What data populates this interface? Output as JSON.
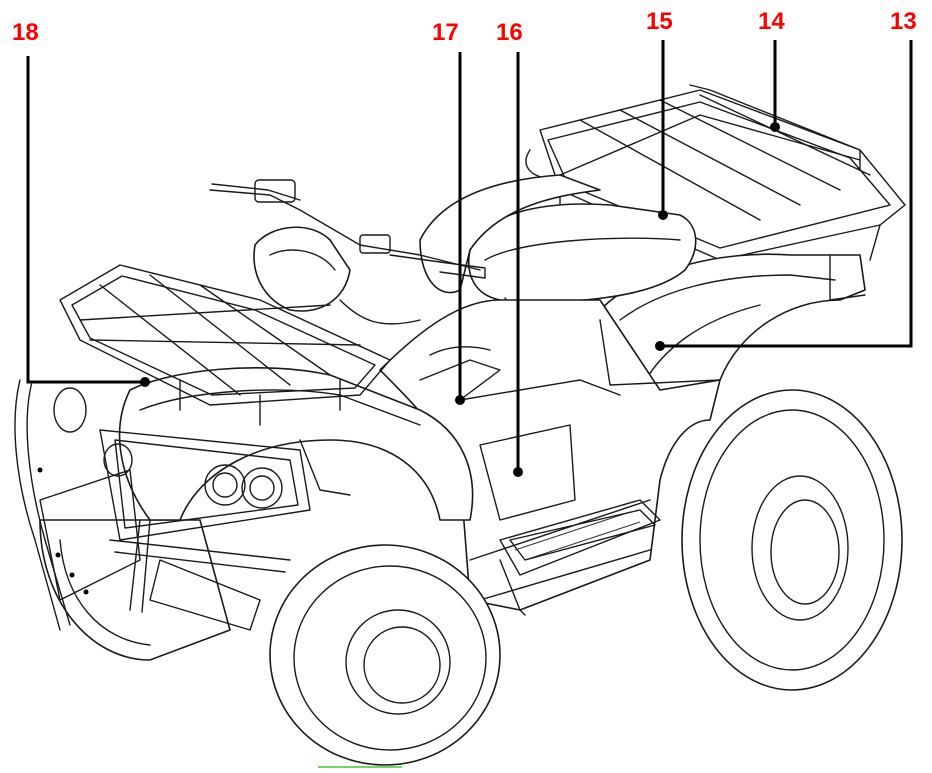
{
  "colors": {
    "callout_text": "#ff0000",
    "leader_line": "#000000",
    "drawing_line": "#1a1a1a",
    "ground_mark": "#6fd36f"
  },
  "callouts": [
    {
      "id": "c18",
      "label": "18"
    },
    {
      "id": "c17",
      "label": "17"
    },
    {
      "id": "c16",
      "label": "16"
    },
    {
      "id": "c15",
      "label": "15"
    },
    {
      "id": "c14",
      "label": "14"
    },
    {
      "id": "c13",
      "label": "13"
    }
  ]
}
